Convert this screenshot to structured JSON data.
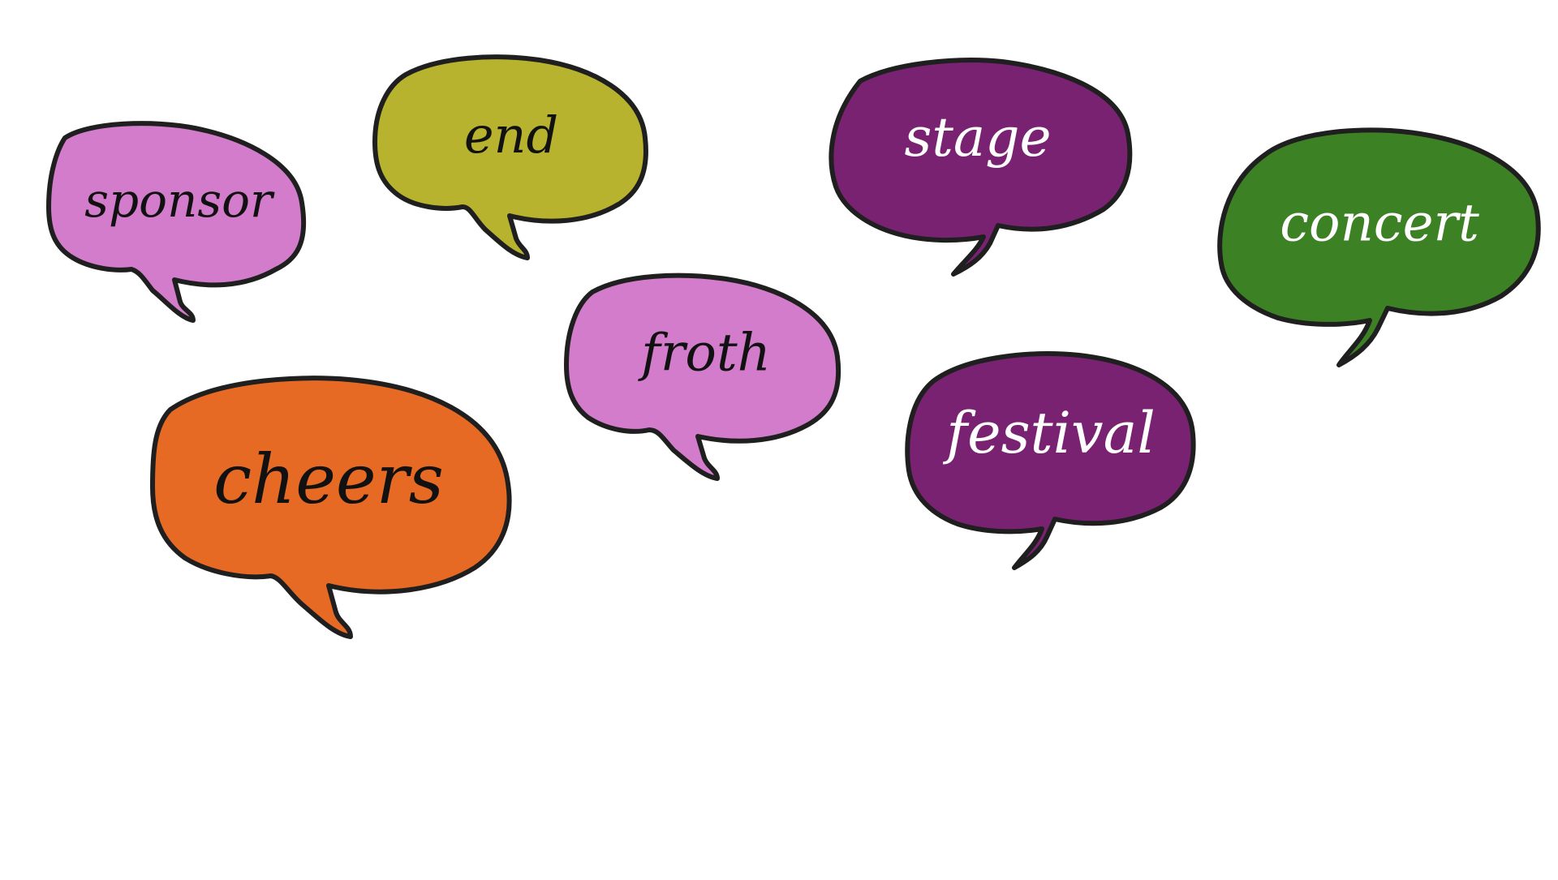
{
  "outline_color": "#1f1f1f",
  "bubbles": [
    {
      "word": "sponsor",
      "fill": "#d27ccb",
      "text_color": "#111111"
    },
    {
      "word": "end",
      "fill": "#b8b32f",
      "text_color": "#111111"
    },
    {
      "word": "stage",
      "fill": "#7a2272",
      "text_color": "#ffffff"
    },
    {
      "word": "concert",
      "fill": "#3d8125",
      "text_color": "#ffffff"
    },
    {
      "word": "froth",
      "fill": "#d27ccb",
      "text_color": "#111111"
    },
    {
      "word": "cheers",
      "fill": "#e76a24",
      "text_color": "#111111"
    },
    {
      "word": "festival",
      "fill": "#7a2272",
      "text_color": "#ffffff"
    }
  ]
}
